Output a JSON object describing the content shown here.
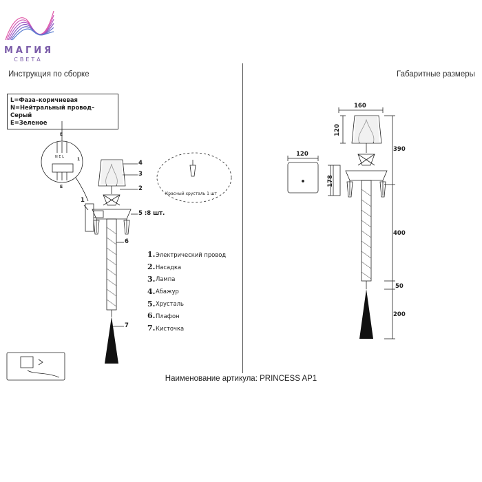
{
  "logo": {
    "main": "МАГИЯ",
    "sub": "СВЕТА"
  },
  "headers": {
    "left": "Инструкция по сборке",
    "right": "Габаритные размеры"
  },
  "wiring_legend": [
    "L=Фаза–коричневая",
    "N=Нейтральный провод–Серый",
    "E=Зеленое"
  ],
  "terminal_labels": {
    "top": "E",
    "bottom": "E",
    "pins": "N E L",
    "one": "1"
  },
  "crystal_note": "Красный хрусталь 1 шт",
  "callouts": {
    "c4": "4",
    "c3": "3",
    "c2": "2",
    "c5": "5 :8 шт.",
    "c6": "6",
    "c7": "7",
    "c1": "1"
  },
  "parts": [
    {
      "num": "1.",
      "label": "Электрический провод"
    },
    {
      "num": "2.",
      "label": "Насадка"
    },
    {
      "num": "3.",
      "label": "Лампа"
    },
    {
      "num": "4.",
      "label": "Абажур"
    },
    {
      "num": "5.",
      "label": "Хрусталь"
    },
    {
      "num": "6.",
      "label": "Плафон"
    },
    {
      "num": "7.",
      "label": "Кисточка"
    }
  ],
  "dimensions": {
    "width_top": "160",
    "shade_h": "120",
    "upper_h": "390",
    "plate_w": "120",
    "plate_h": "178",
    "rod": "400",
    "gap": "50",
    "tassel": "200"
  },
  "caption": "Наименование артикула: PRINCESS AP1",
  "colors": {
    "logo_pink": "#e05aa8",
    "logo_blue": "#5b7fd1",
    "logo_purple": "#8a5cc2"
  }
}
